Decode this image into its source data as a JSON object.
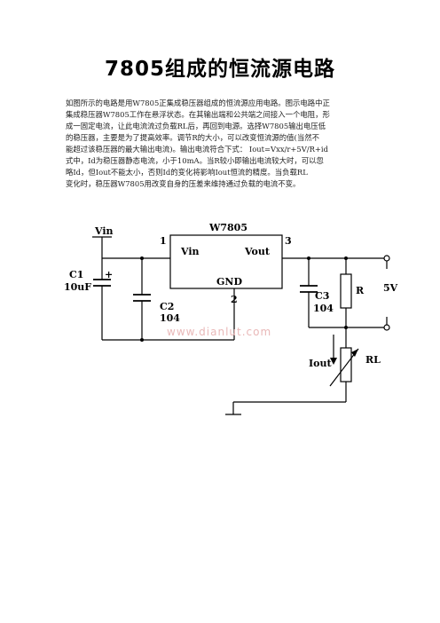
{
  "document": {
    "title": "7805组成的恒流源电路",
    "paragraph_lines": [
      "如图所示的电路是用W7805正集成稳压器组成的恒流源应用电路。图示电路中正",
      "集成稳压器W7805工作在悬浮状态。在其输出端和公共端之间接入一个电阻，形",
      "成一固定电流，让此电流流过负载RL后，再回到电源。选择W7805输出电压低",
      "的稳压器，主要是为了提高效率。调节R的大小，可以改变恒流源的值(当然不",
      "能超过该稳压器的最大输出电流)。输出电流符合下式： Iout=Vxx/r+5V/R+id",
      "式中，Id为稳压器静态电流，小于10mA。当R较小即输出电流较大时，可以忽",
      "略Id，但Iout不能太小，否则Id的变化将影响Iout恒流的精度。当负载RL",
      "变化时，稳压器W7805用改变自身的压差来维持通过负载的电流不变。"
    ]
  },
  "circuit": {
    "vin_label": "Vin",
    "ic_name": "W7805",
    "ic_pin_vin": "Vin",
    "ic_pin_vout": "Vout",
    "ic_pin_gnd": "GND",
    "pin1": "1",
    "pin2": "2",
    "pin3": "3",
    "c1_name": "C1",
    "c1_value": "10uF",
    "c1_polarity": "+",
    "c2_name": "C2",
    "c2_value": "104",
    "c3_name": "C3",
    "c3_value": "104",
    "r_name": "R",
    "voltage_label": "5V",
    "iout_label": "Iout",
    "rl_name": "RL",
    "watermark": "www.dianlut.com"
  }
}
